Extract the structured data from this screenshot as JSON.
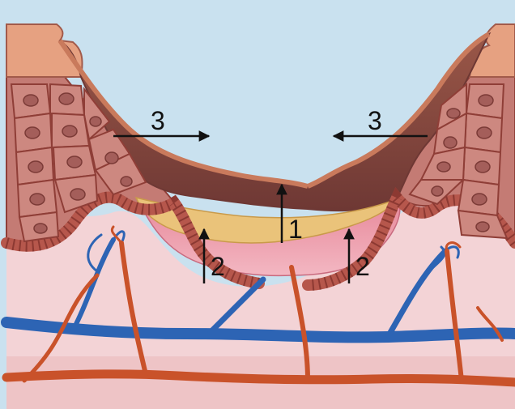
{
  "diagram": {
    "labels": {
      "one": "1",
      "two": "2",
      "three": "3"
    },
    "colors": {
      "sky": "#c9e1ef",
      "dermis": "#f3d3d6",
      "scab_outer": "#a85c4a",
      "scab_inner": "#7b3d36",
      "cell_fill": "#c9807a",
      "cell_edge": "#8f3e37",
      "nucleus": "#a45e5a",
      "basal_fill": "#b6574c",
      "granulation": "#e6909e",
      "fibrin": "#eac37a",
      "vein": "#2d64b4",
      "artery": "#c9522a",
      "arrow": "#111111"
    }
  }
}
